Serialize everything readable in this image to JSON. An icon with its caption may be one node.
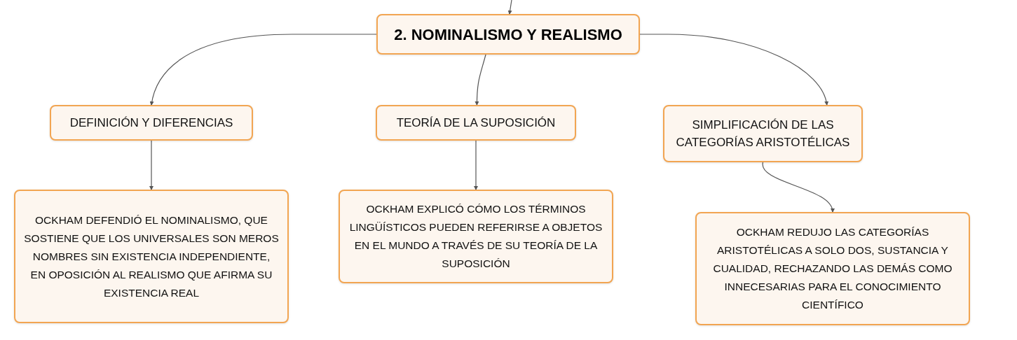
{
  "diagram": {
    "nodes": [
      {
        "text": [
          "2. NOMINALISMO Y REALISMO"
        ]
      },
      {
        "text": [
          "DEFINICIÓN Y DIFERENCIAS"
        ]
      },
      {
        "text": [
          "TEORÍA DE LA SUPOSICIÓN"
        ]
      },
      {
        "text": [
          "SIMPLIFICACIÓN DE LAS CATEGORÍAS ARISTOTÉLICAS"
        ]
      },
      {
        "text": [
          "OCKHAM DEFENDIÓ EL NOMINALISMO, QUE SOSTIENE QUE LOS UNIVERSALES SON MEROS NOMBRES SIN EXISTENCIA INDEPENDIENTE, EN OPOSICIÓN AL REALISMO QUE AFIRMA SU EXISTENCIA REAL"
        ]
      },
      {
        "text": [
          "OCKHAM EXPLICÓ CÓMO LOS TÉRMINOS LINGÜÍSTICOS PUEDEN REFERIRSE A OBJETOS EN EL MUNDO A TRAVÉS DE SU TEORÍA DE LA SUPOSICIÓN"
        ]
      },
      {
        "text": [
          "OCKHAM REDUJO LAS CATEGORÍAS ARISTOTÉLICAS A SOLO DOS, SUSTANCIA Y CUALIDAD, RECHAZANDO LAS DEMÁS COMO INNECESARIAS PARA EL CONOCIMIENTO CIENTÍFICO"
        ]
      }
    ],
    "edges": [
      {
        "from": null,
        "to": 0,
        "arrow": "to"
      },
      {
        "from": 0,
        "to": 1,
        "arrow": "to"
      },
      {
        "from": 0,
        "to": 2,
        "arrow": "to"
      },
      {
        "from": 0,
        "to": 3,
        "arrow": "to"
      },
      {
        "from": 1,
        "to": 4,
        "arrow": "to"
      },
      {
        "from": 2,
        "to": 5,
        "arrow": "to"
      },
      {
        "from": 3,
        "to": 6,
        "arrow": "to"
      }
    ]
  }
}
